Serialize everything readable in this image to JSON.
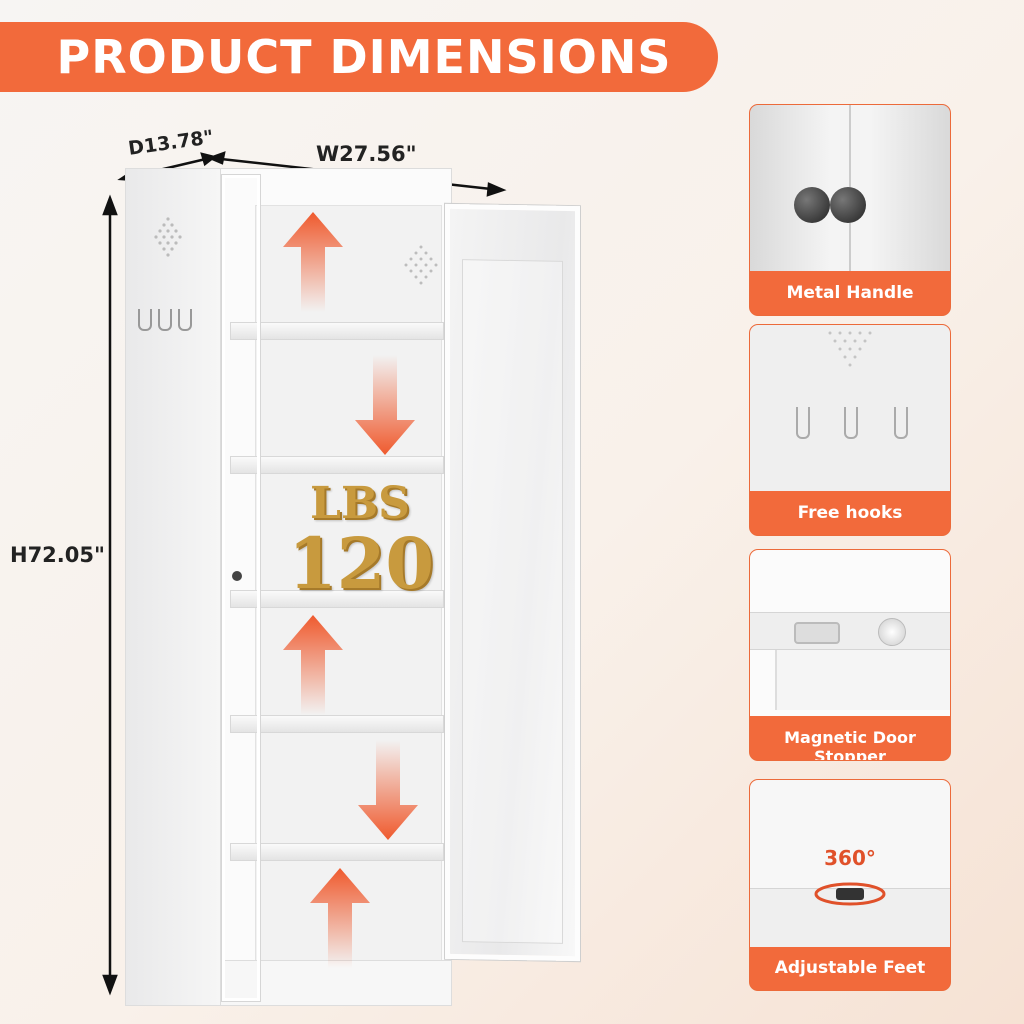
{
  "banner": {
    "title": "PRODUCT DIMENSIONS"
  },
  "dimensions": {
    "depth": "D13.78\"",
    "width": "W27.56\"",
    "height": "H72.05\""
  },
  "load_badge": {
    "unit": "LBS",
    "value": "120"
  },
  "features": [
    {
      "label": "Metal Handle"
    },
    {
      "label": "Free hooks"
    },
    {
      "label": "Magnetic Door Stopper"
    },
    {
      "label": "Adjustable Feet",
      "overlay": "360°"
    }
  ],
  "colors": {
    "accent": "#f26a3b",
    "arrow": "#f06a45",
    "gold": "#c89a3e"
  }
}
